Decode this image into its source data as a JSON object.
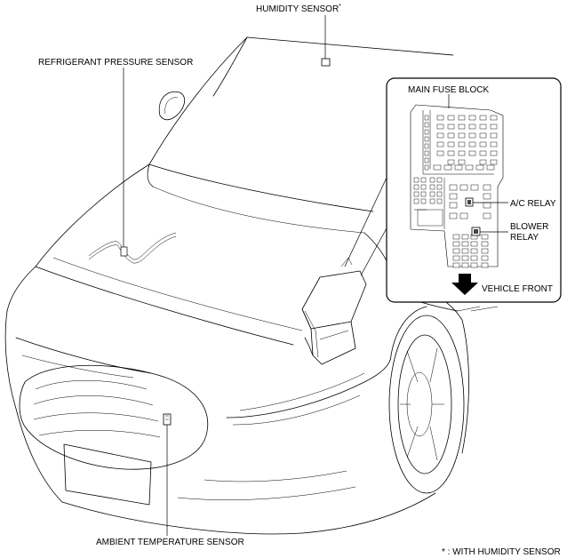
{
  "labels": {
    "humidity_sensor": "HUMIDITY SENSOR",
    "humidity_asterisk": "*",
    "refrigerant_pressure_sensor": "REFRIGERANT PRESSURE SENSOR",
    "main_fuse_block": "MAIN FUSE BLOCK",
    "ac_relay": "A/C RELAY",
    "blower_relay_line1": "BLOWER",
    "blower_relay_line2": "RELAY",
    "vehicle_front": "VEHICLE FRONT",
    "ambient_temperature_sensor": "AMBIENT TEMPERATURE SENSOR",
    "footnote": "* : WITH HUMIDITY SENSOR"
  },
  "colors": {
    "line": "#000000",
    "background": "#ffffff"
  }
}
